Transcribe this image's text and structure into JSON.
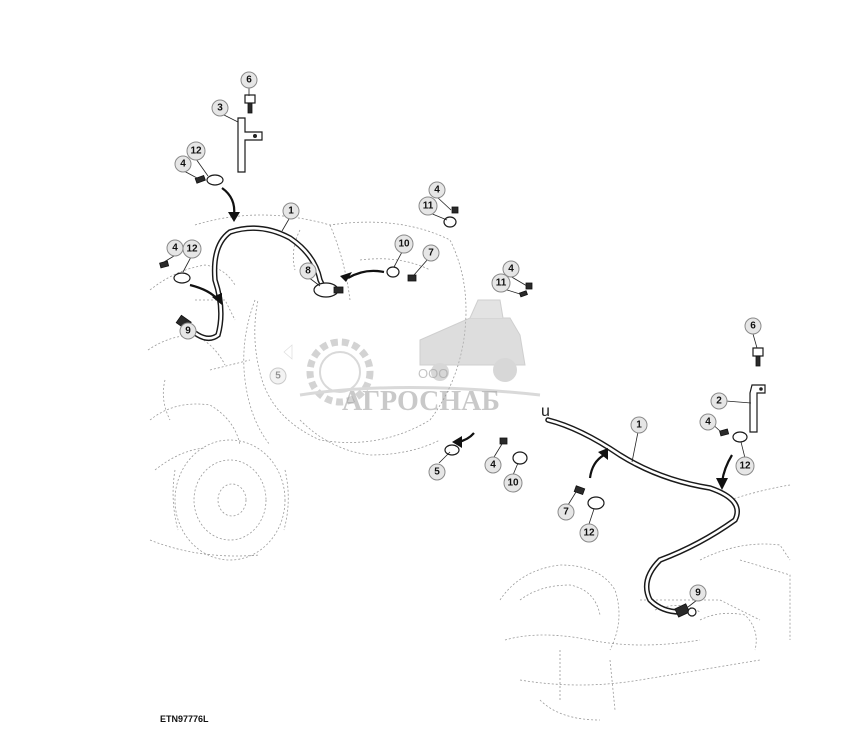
{
  "figure_code": "ETN97776L",
  "watermark": {
    "company_prefix": "ООО",
    "company_name": "АГРОСНАБ"
  },
  "stray_mark": "u",
  "callouts": [
    {
      "id": "c-6-top",
      "label": "6"
    },
    {
      "id": "c-3",
      "label": "3"
    },
    {
      "id": "c-12-a",
      "label": "12"
    },
    {
      "id": "c-4-a",
      "label": "4"
    },
    {
      "id": "c-1-left",
      "label": "1"
    },
    {
      "id": "c-4-b",
      "label": "4"
    },
    {
      "id": "c-12-b",
      "label": "12"
    },
    {
      "id": "c-9-left",
      "label": "9"
    },
    {
      "id": "c-8",
      "label": "8"
    },
    {
      "id": "c-4-c",
      "label": "4"
    },
    {
      "id": "c-11-a",
      "label": "11"
    },
    {
      "id": "c-10-a",
      "label": "10"
    },
    {
      "id": "c-7-a",
      "label": "7"
    },
    {
      "id": "c-4-d",
      "label": "4"
    },
    {
      "id": "c-11-b",
      "label": "11"
    },
    {
      "id": "c-5-ghost",
      "label": "5"
    },
    {
      "id": "c-5",
      "label": "5"
    },
    {
      "id": "c-4-e",
      "label": "4"
    },
    {
      "id": "c-10-b",
      "label": "10"
    },
    {
      "id": "c-1-right",
      "label": "1"
    },
    {
      "id": "c-7-b",
      "label": "7"
    },
    {
      "id": "c-12-c",
      "label": "12"
    },
    {
      "id": "c-6-right",
      "label": "6"
    },
    {
      "id": "c-2",
      "label": "2"
    },
    {
      "id": "c-4-f",
      "label": "4"
    },
    {
      "id": "c-12-d",
      "label": "12"
    },
    {
      "id": "c-9-right",
      "label": "9"
    }
  ]
}
